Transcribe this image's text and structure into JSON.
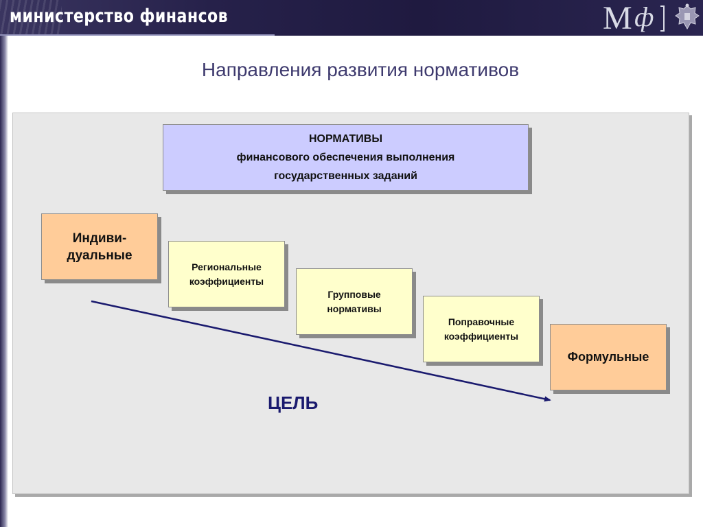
{
  "header": {
    "org_name": "министерство финансов",
    "logo_text": {
      "m": "М",
      "f": "ф"
    },
    "emblem": "coat-of-arms-icon"
  },
  "slide": {
    "title": "Направления развития нормативов"
  },
  "diagram": {
    "top_box": {
      "line1": "НОРМАТИВЫ",
      "line2": "финансового обеспечения выполнения",
      "line3": "государственных заданий"
    },
    "steps": [
      {
        "line1": "Индиви-",
        "line2": "дуальные"
      },
      {
        "line1": "Региональные",
        "line2": "коэффициенты"
      },
      {
        "line1": "Групповые",
        "line2": "нормативы"
      },
      {
        "line1": "Поправочные",
        "line2": "коэффициенты"
      },
      {
        "line1": "Формульные"
      }
    ],
    "goal_label": "ЦЕЛЬ"
  },
  "colors": {
    "header_bg": "#26214a",
    "title_text": "#3e3a6e",
    "top_box_fill": "#ccccff",
    "end_box_fill": "#ffcc99",
    "mid_box_fill": "#ffffcc",
    "arrow": "#1a1a6e"
  }
}
